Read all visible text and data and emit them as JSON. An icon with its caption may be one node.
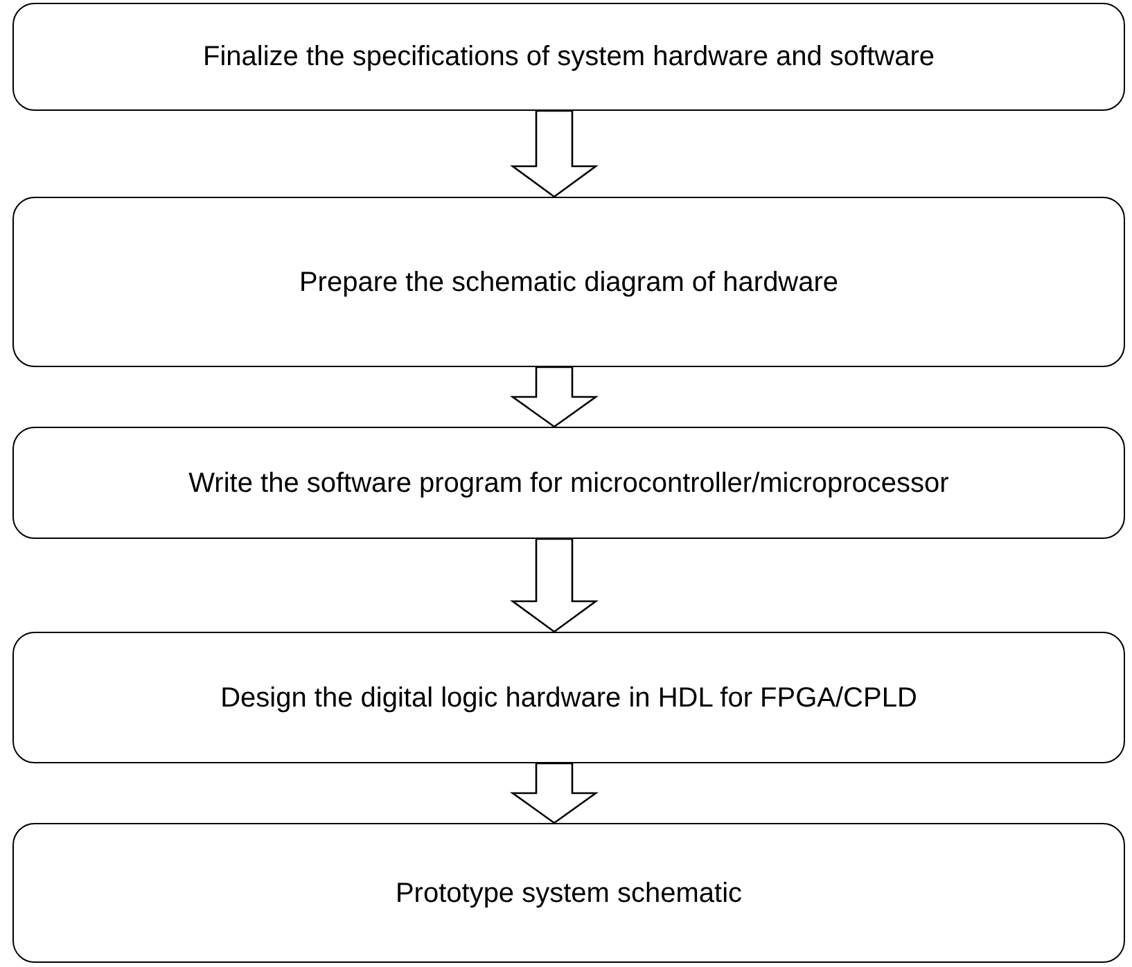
{
  "diagram": {
    "nodes": [
      {
        "text": [
          "Finalize the specifications of system hardware and software"
        ]
      },
      {
        "text": [
          "Prepare the schematic diagram of hardware"
        ]
      },
      {
        "text": [
          "Write the software program for microcontroller/microprocessor"
        ]
      },
      {
        "text": [
          "Design the digital logic hardware in HDL for FPGA/CPLD"
        ]
      },
      {
        "text": [
          "Prototype system schematic"
        ]
      }
    ],
    "edges": [
      {
        "from": 0,
        "to": 1,
        "arrow": "to"
      },
      {
        "from": 1,
        "to": 2,
        "arrow": "to"
      },
      {
        "from": 2,
        "to": 3,
        "arrow": "to"
      },
      {
        "from": 3,
        "to": 4,
        "arrow": "to"
      }
    ]
  }
}
